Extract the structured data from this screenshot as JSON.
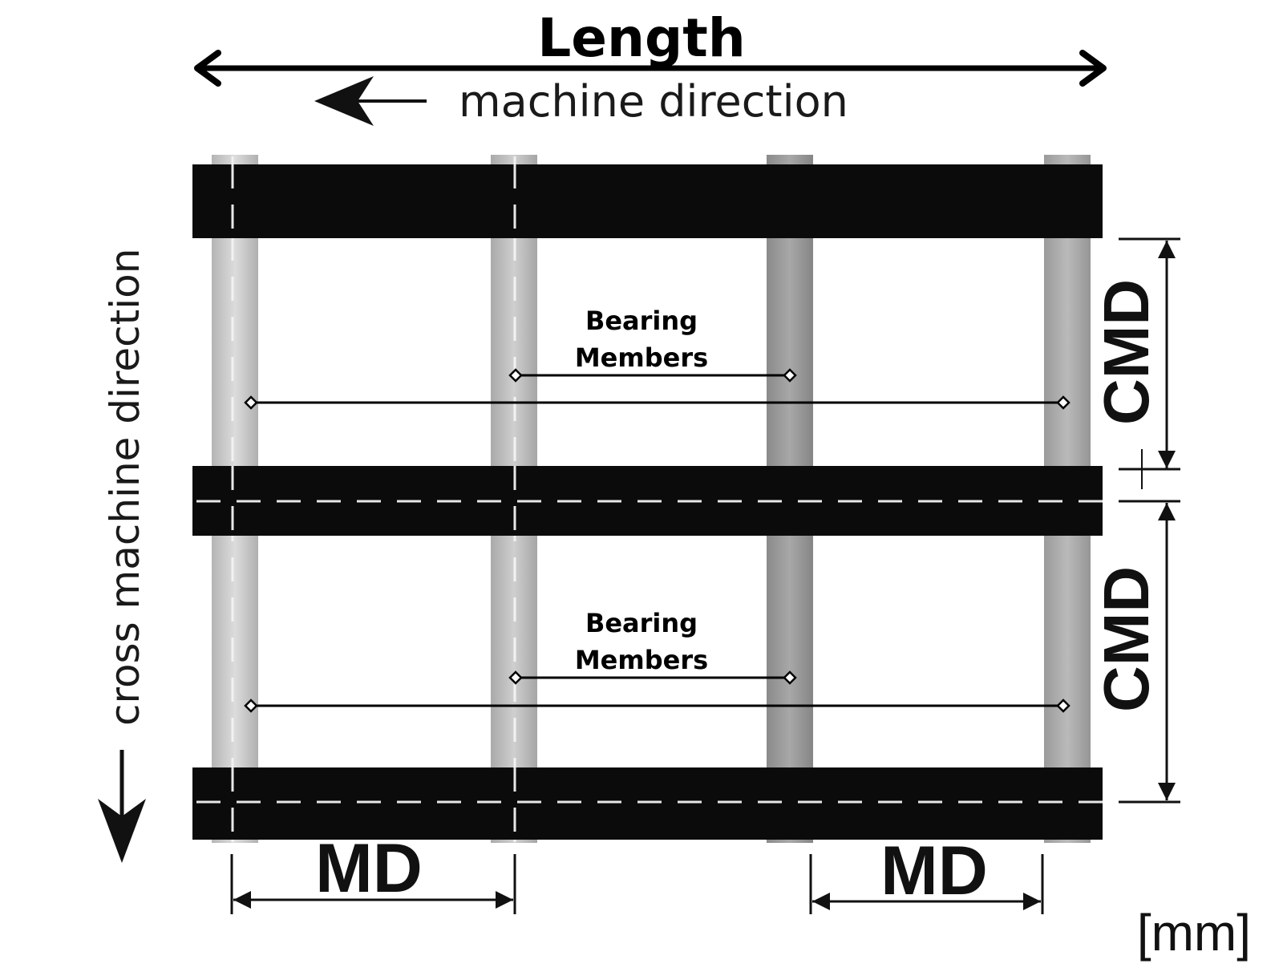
{
  "diagram": {
    "title": "Length",
    "machine_direction": "machine direction",
    "cross_machine_direction": "cross machine direction",
    "bearing_members_upper": [
      "Bearing",
      "Members"
    ],
    "bearing_members_lower": [
      "Bearing",
      "Members"
    ],
    "md_left": "MD",
    "md_right": "MD",
    "cmd_upper": "CMD",
    "cmd_lower": "CMD",
    "unit": "[mm]"
  },
  "colors": {
    "transverse_bar": "#0b0b0b",
    "rib_light": "#c4c4c4",
    "rib_dark": "#8e8e8e",
    "ink": "#000000"
  },
  "icons": [
    "double-arrow-icon",
    "arrow-left-icon",
    "arrow-down-icon"
  ]
}
